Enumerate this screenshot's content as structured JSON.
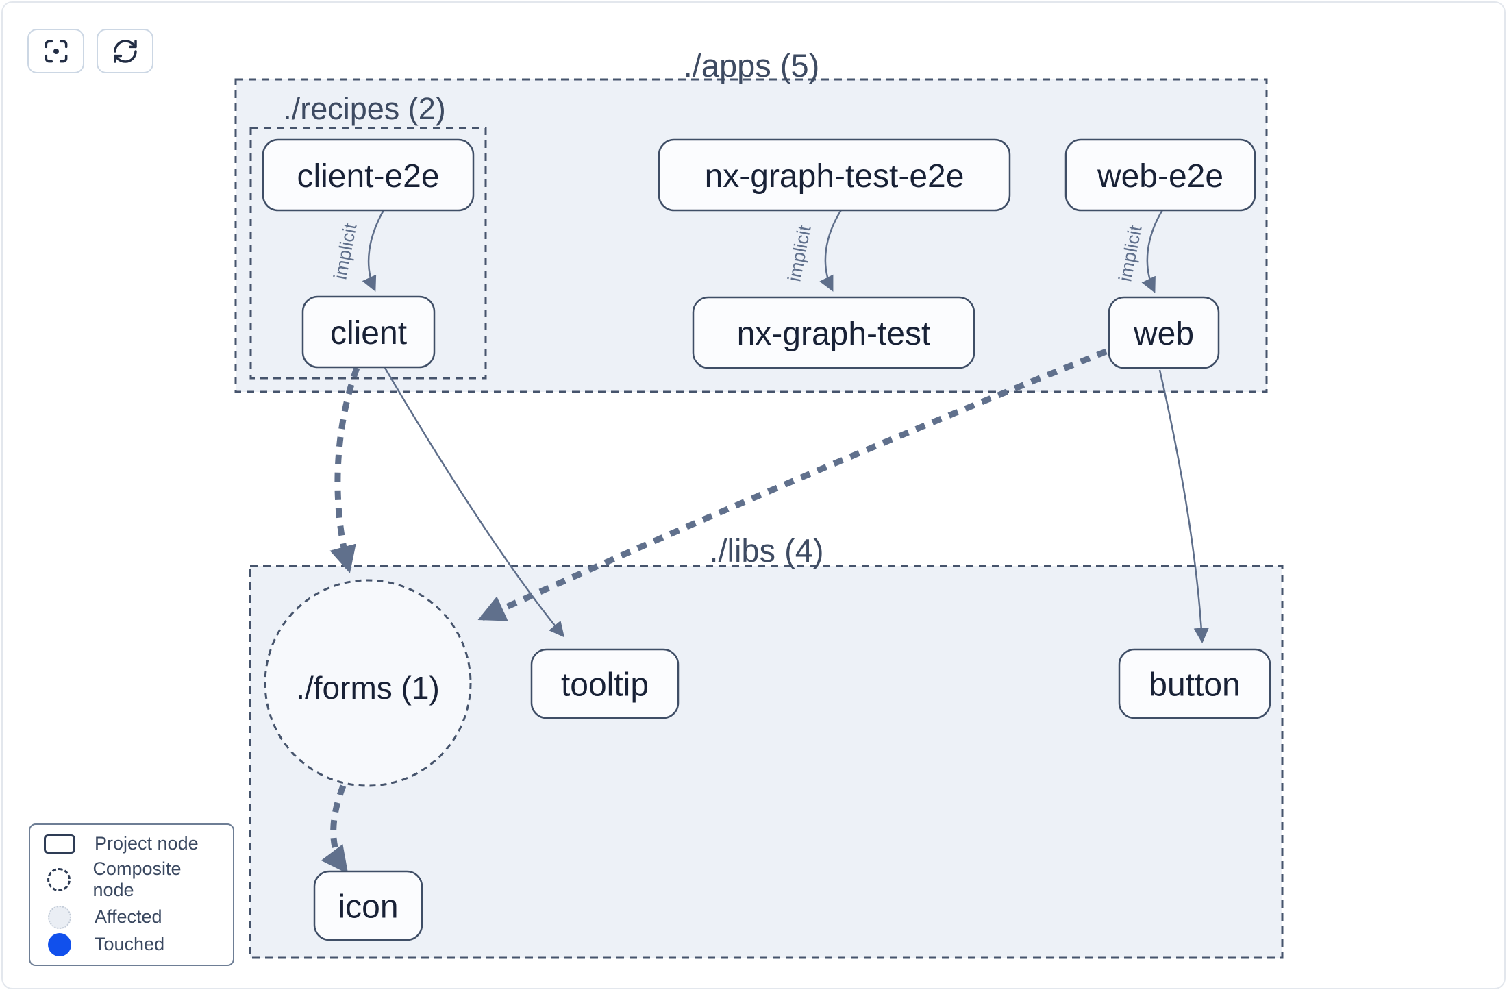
{
  "toolbar": {
    "buttons": [
      {
        "name": "focus",
        "icon": "focus-icon"
      },
      {
        "name": "refresh",
        "icon": "refresh-icon"
      }
    ]
  },
  "graph": {
    "containers": {
      "apps": {
        "label": "./apps (5)"
      },
      "recipes": {
        "label": "./recipes (2)"
      },
      "libs": {
        "label": "./libs (4)"
      }
    },
    "composite": {
      "forms": {
        "label": "./forms (1)"
      }
    },
    "nodes": {
      "client_e2e": {
        "label": "client-e2e"
      },
      "client": {
        "label": "client"
      },
      "nx_graph_test_e2e": {
        "label": "nx-graph-test-e2e"
      },
      "nx_graph_test": {
        "label": "nx-graph-test"
      },
      "web_e2e": {
        "label": "web-e2e"
      },
      "web": {
        "label": "web"
      },
      "tooltip": {
        "label": "tooltip"
      },
      "button": {
        "label": "button"
      },
      "icon": {
        "label": "icon"
      }
    },
    "edges": [
      {
        "from": "client-e2e",
        "to": "client",
        "label": "implicit",
        "style": "solid-thin"
      },
      {
        "from": "nx-graph-test-e2e",
        "to": "nx-graph-test",
        "label": "implicit",
        "style": "solid-thin"
      },
      {
        "from": "web-e2e",
        "to": "web",
        "label": "implicit",
        "style": "solid-thin"
      },
      {
        "from": "client",
        "to": "./forms (1)",
        "label": "",
        "style": "dashed-thick"
      },
      {
        "from": "client",
        "to": "tooltip",
        "label": "",
        "style": "solid-thin"
      },
      {
        "from": "web",
        "to": "./forms (1)",
        "label": "",
        "style": "dashed-thick"
      },
      {
        "from": "web",
        "to": "button",
        "label": "",
        "style": "solid-thin"
      },
      {
        "from": "./forms (1)",
        "to": "icon",
        "label": "",
        "style": "dashed-thick"
      }
    ]
  },
  "legend": {
    "items": [
      {
        "label": "Project node",
        "swatch": "project-rect"
      },
      {
        "label": "Composite node",
        "swatch": "dashed-circle"
      },
      {
        "label": "Affected",
        "swatch": "affected-circle"
      },
      {
        "label": "Touched",
        "swatch": "touched-circle"
      }
    ]
  },
  "colors": {
    "container_fill": "#edf1f7",
    "composite_fill": "#f7f9fc",
    "dashed_border": "#46546c",
    "node_fill": "#fbfcfe",
    "node_border": "#3f4e66",
    "node_text": "#182136",
    "edge": "#5e6e8a",
    "edge_label": "#5f6f8b",
    "touched_blue": "#1150ec"
  }
}
